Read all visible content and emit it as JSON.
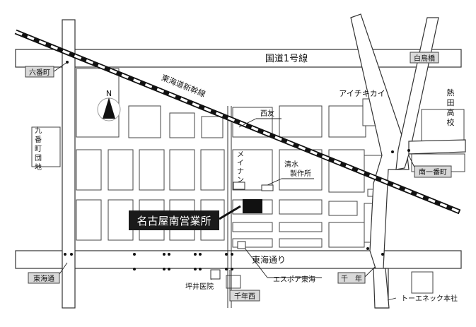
{
  "roads": {
    "route1": "国道1号線",
    "tokai_dori": "東海通り",
    "shinkansen": "東海道新幹線"
  },
  "intersections": {
    "rokubancho": "六番町",
    "shiratorihashi": "白鳥橋",
    "minami_ichibancho": "南一番町",
    "tokaidori": "東海通",
    "sennen": "千　年",
    "sennen_nishi": "千年西"
  },
  "landmarks": {
    "aichi_kikai": "アイチキカイ",
    "atsuta_high": [
      "熱",
      "田",
      "高",
      "校"
    ],
    "nishitomo": "西友",
    "meinan": [
      "メ",
      "イ",
      "ナ",
      "ン"
    ],
    "shimizu": [
      "清水",
      "製作所"
    ],
    "kyuban_danchi": [
      "九",
      "番",
      "町",
      "団",
      "地"
    ],
    "esupoa": "エスポア東海",
    "tsuboi": "坪井医院",
    "toenekku": "トーエネック本社"
  },
  "office": {
    "label": "名古屋南営業所"
  },
  "compass": {
    "label": "N"
  },
  "colors": {
    "badge_fill": "#d9d9d9",
    "office_fill": "#1a1a1a",
    "line": "#333333"
  }
}
